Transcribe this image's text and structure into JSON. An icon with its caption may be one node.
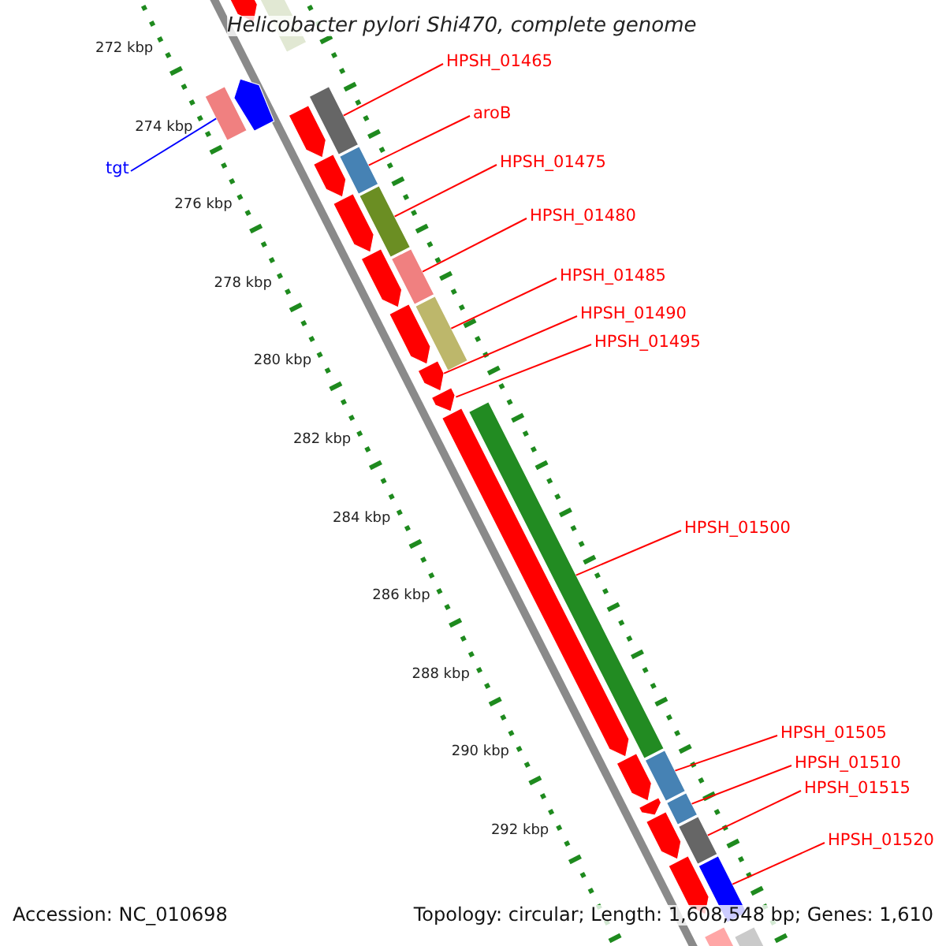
{
  "diagram": {
    "title": "Helicobacter pylori Shi470, complete genome",
    "nodes": [
      {
        "text": [
          "tgt"
        ]
      },
      {
        "text": [
          "HPSH_01465"
        ]
      },
      {
        "text": [
          "aroB"
        ]
      },
      {
        "text": [
          "HPSH_01475"
        ]
      },
      {
        "text": [
          "HPSH_01480"
        ]
      },
      {
        "text": [
          "HPSH_01485"
        ]
      },
      {
        "text": [
          "HPSH_01490"
        ]
      },
      {
        "text": [
          "HPSH_01495"
        ]
      },
      {
        "text": [
          "HPSH_01500"
        ]
      },
      {
        "text": [
          "HPSH_01505"
        ]
      },
      {
        "text": [
          "HPSH_01510"
        ]
      },
      {
        "text": [
          "HPSH_01515"
        ]
      },
      {
        "text": [
          "HPSH_01520"
        ]
      },
      {
        "text": [],
        "shape": "bar"
      },
      {
        "text": [],
        "shape": "bar"
      },
      {
        "text": [],
        "shape": "bar"
      },
      {
        "text": [],
        "shape": "bar"
      },
      {
        "text": [],
        "shape": "bar"
      },
      {
        "text": [],
        "shape": "bar"
      },
      {
        "text": [],
        "shape": "bar"
      },
      {
        "text": [],
        "shape": "bar"
      },
      {
        "text": [],
        "shape": "bar"
      },
      {
        "text": [],
        "shape": "bar"
      },
      {
        "text": [],
        "shape": "bar"
      },
      {
        "text": [],
        "shape": "bar"
      },
      {
        "text": [],
        "shape": "bar"
      },
      {
        "text": [],
        "shape": "bar"
      }
    ],
    "edges": [
      {
        "from": 0,
        "to": 13,
        "arrow": "none",
        "color": "#0000ff"
      },
      {
        "from": 1,
        "to": 14,
        "arrow": "none"
      },
      {
        "from": 2,
        "to": 15,
        "arrow": "none"
      },
      {
        "from": 3,
        "to": 16,
        "arrow": "none"
      },
      {
        "from": 4,
        "to": 17,
        "arrow": "none"
      },
      {
        "from": 5,
        "to": 18,
        "arrow": "none"
      },
      {
        "from": 6,
        "to": 19,
        "arrow": "none"
      },
      {
        "from": 7,
        "to": 20,
        "arrow": "none"
      },
      {
        "from": 8,
        "to": 21,
        "arrow": "none"
      },
      {
        "from": 9,
        "to": 22,
        "arrow": "none"
      },
      {
        "from": 10,
        "to": 23,
        "arrow": "none"
      },
      {
        "from": 11,
        "to": 24,
        "arrow": "none"
      },
      {
        "from": 12,
        "to": 25,
        "arrow": "none"
      }
    ],
    "labels": [
      "272 kbp",
      "274 kbp",
      "276 kbp",
      "278 kbp",
      "280 kbp",
      "282 kbp",
      "284 kbp",
      "286 kbp",
      "288 kbp",
      "290 kbp",
      "292 kbp",
      "Accession: NC_010698",
      "Topology: circular; Length: 1,608,548 bp; Genes: 1,610"
    ]
  }
}
